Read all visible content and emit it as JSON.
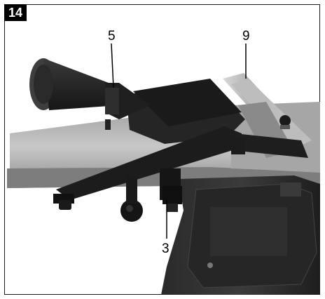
{
  "figure": {
    "number": "14"
  },
  "callouts": [
    {
      "label": "5"
    },
    {
      "label": "9"
    },
    {
      "label": "3"
    }
  ],
  "colors": {
    "frame": "#1a1a1a",
    "badge": "#000000",
    "metal": "#b9b9b9",
    "black_parts": "#1c1c1c"
  },
  "icons": {
    "photo": "planer-thicknesser-extraction-hood-photo"
  }
}
